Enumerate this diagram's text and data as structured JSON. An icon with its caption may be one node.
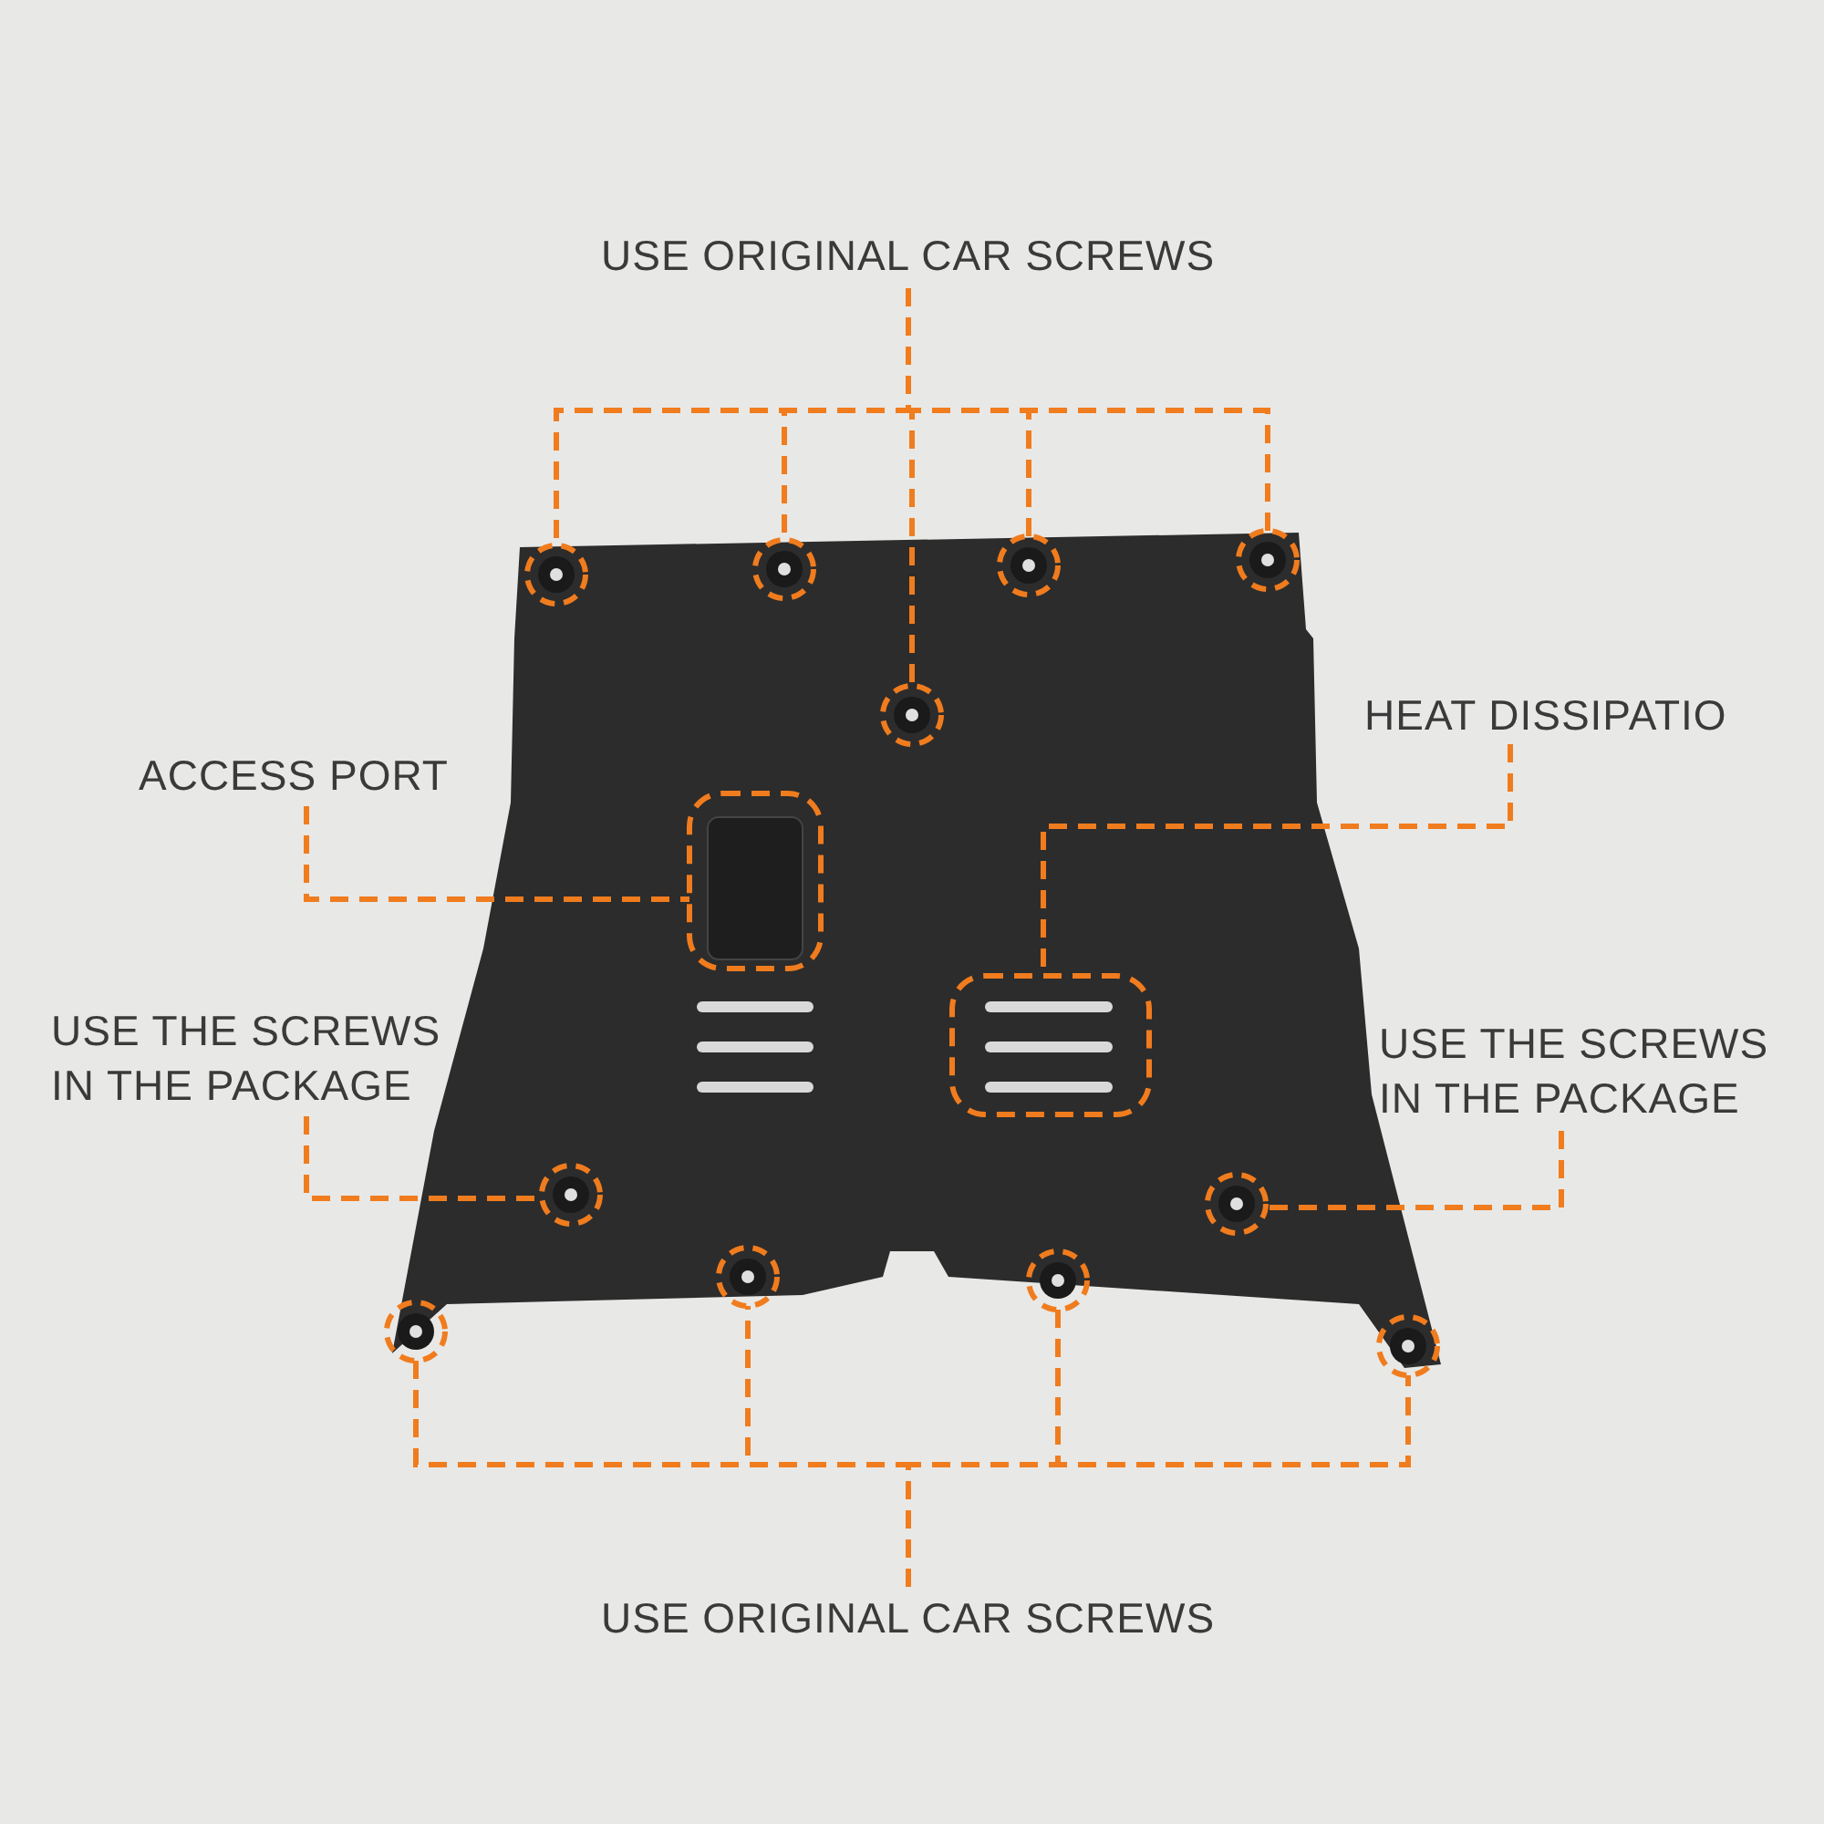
{
  "diagram": {
    "nodes": [
      {
        "text": [
          "USE ORIGINAL CAR SCREWS"
        ]
      },
      {
        "text": [],
        "shape": "circle"
      },
      {
        "text": [],
        "shape": "circle"
      },
      {
        "text": [],
        "shape": "circle"
      },
      {
        "text": [],
        "shape": "circle"
      },
      {
        "text": [],
        "shape": "circle"
      },
      {
        "text": [
          "ACCESS PORT"
        ]
      },
      {
        "text": [],
        "shape": "box"
      },
      {
        "text": [
          "HEAT DISSIPATIO"
        ]
      },
      {
        "text": [],
        "shape": "box"
      },
      {
        "text": [
          "USE THE SCREWS IN THE PACKAGE"
        ]
      },
      {
        "text": [],
        "shape": "circle"
      },
      {
        "text": [
          "USE THE SCREWS IN THE PACKAGE"
        ]
      },
      {
        "text": [],
        "shape": "circle"
      },
      {
        "text": [],
        "shape": "circle"
      },
      {
        "text": [],
        "shape": "circle"
      },
      {
        "text": [],
        "shape": "circle"
      },
      {
        "text": [],
        "shape": "circle"
      },
      {
        "text": [
          "USE ORIGINAL CAR SCREWS"
        ]
      }
    ],
    "edges": [
      {
        "from": 0,
        "to": 1,
        "arrow": "none"
      },
      {
        "from": 0,
        "to": 2,
        "arrow": "none"
      },
      {
        "from": 0,
        "to": 3,
        "arrow": "none"
      },
      {
        "from": 0,
        "to": 4,
        "arrow": "none"
      },
      {
        "from": 0,
        "to": 5,
        "arrow": "none"
      },
      {
        "from": 6,
        "to": 7,
        "arrow": "none"
      },
      {
        "from": 8,
        "to": 9,
        "arrow": "none"
      },
      {
        "from": 10,
        "to": 11,
        "arrow": "none"
      },
      {
        "from": 12,
        "to": 13,
        "arrow": "none"
      },
      {
        "from": 18,
        "to": 14,
        "arrow": "none"
      },
      {
        "from": 18,
        "to": 15,
        "arrow": "none"
      },
      {
        "from": 18,
        "to": 16,
        "arrow": "none"
      },
      {
        "from": 18,
        "to": 17,
        "arrow": "none"
      }
    ]
  }
}
